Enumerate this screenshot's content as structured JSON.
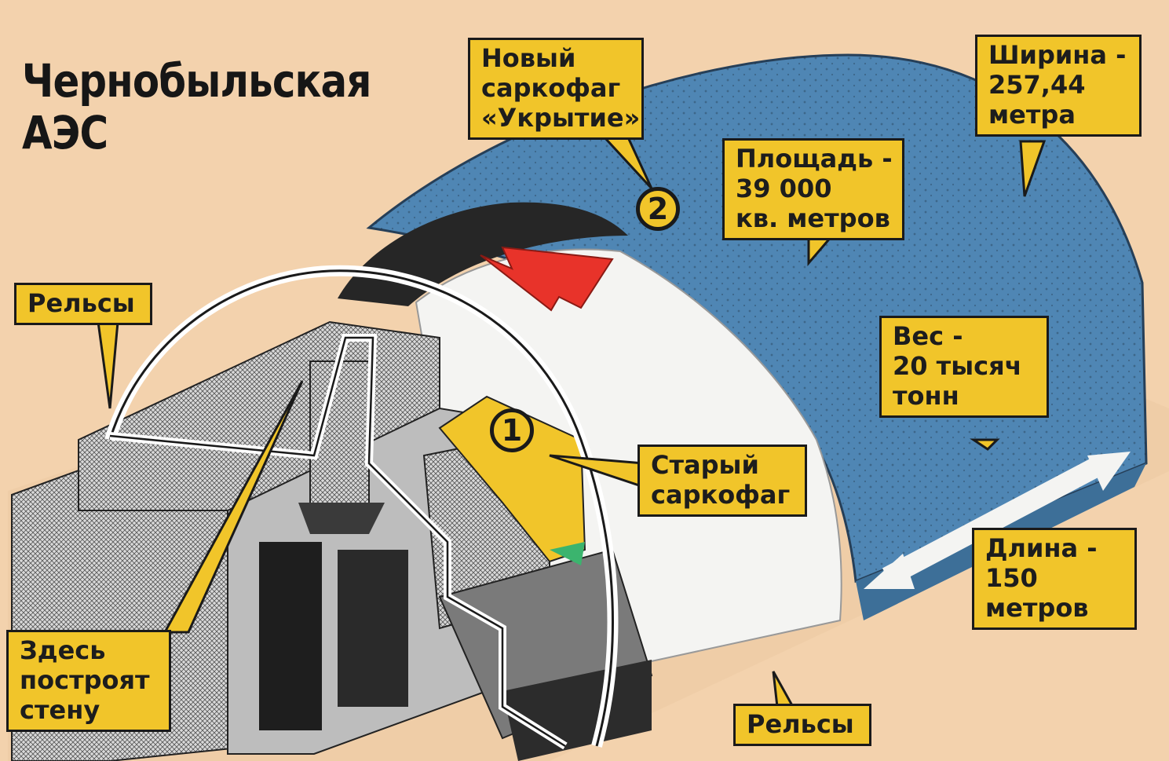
{
  "title": "Чернобыльская\nАЭС",
  "badges": {
    "new_sarcophagus": "2",
    "old_sarcophagus": "1"
  },
  "callouts": {
    "new_sarcophagus": "Новый\nсаркофаг\n«Укрытие»",
    "width": "Ширина -\n257,44\nметра",
    "area": "Площадь -\n39 000\nкв. метров",
    "weight": "Вес -\n20 тысяч\nтонн",
    "old_sarcophagus": "Старый\nсаркофаг",
    "length": "Длина -\n150\nметров",
    "rails_left": "Рельсы",
    "rails_bottom": "Рельсы",
    "wall": "Здесь\nпостроят\nстену"
  },
  "colors": {
    "background": "#f3d2ad",
    "shelter_blue": "#4f86b4",
    "callout_yellow": "#f1c52a",
    "arrow_red": "#e8332a"
  }
}
